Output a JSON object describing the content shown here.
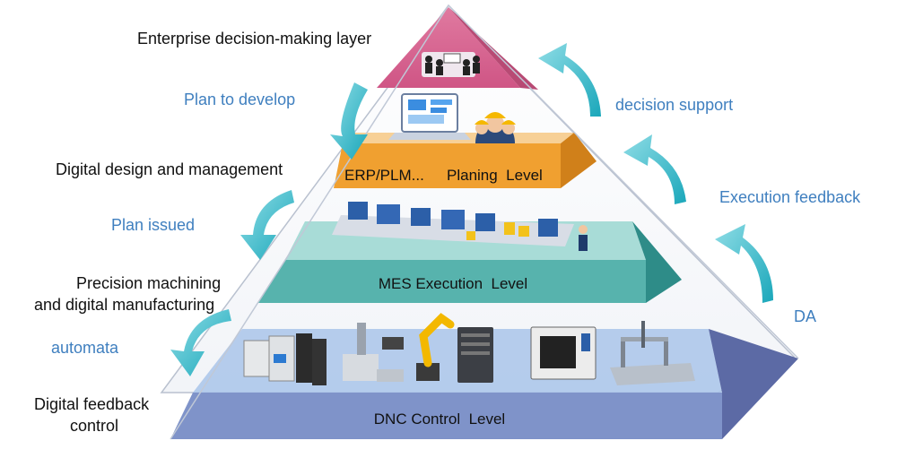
{
  "left_labels": {
    "enterprise": "Enterprise decision-making layer",
    "digital_design": "Digital design and management",
    "precision_line1": "Precision machining",
    "precision_line2": "and digital manufacturing",
    "feedback_line1": "Digital feedback",
    "feedback_line2": "control"
  },
  "left_flow": {
    "plan_to_develop": "Plan to develop",
    "plan_issued": "Plan issued",
    "automata": "automata"
  },
  "right_flow": {
    "decision_support": "decision support",
    "execution_feedback": "Execution feedback",
    "da": "DA"
  },
  "levels": {
    "planning_left": "ERP/PLM...",
    "planning_right": "Planing  Level",
    "mes": "MES Execution  Level",
    "dnc": "DNC Control  Level"
  },
  "colors": {
    "top": "#d9668e",
    "planning": "#f0a030",
    "mes": "#6fc4bc",
    "dnc": "#8096cc",
    "arrow": "#2eb6c6",
    "blue_text": "#3f7fbf"
  },
  "icons": [
    "meeting-icon",
    "laptop-icon",
    "workers-icon",
    "production-line-icon",
    "plc-icon",
    "cmm-machine-icon",
    "robot-arm-icon",
    "server-icon",
    "cnc-machine-icon",
    "gantry-icon"
  ]
}
